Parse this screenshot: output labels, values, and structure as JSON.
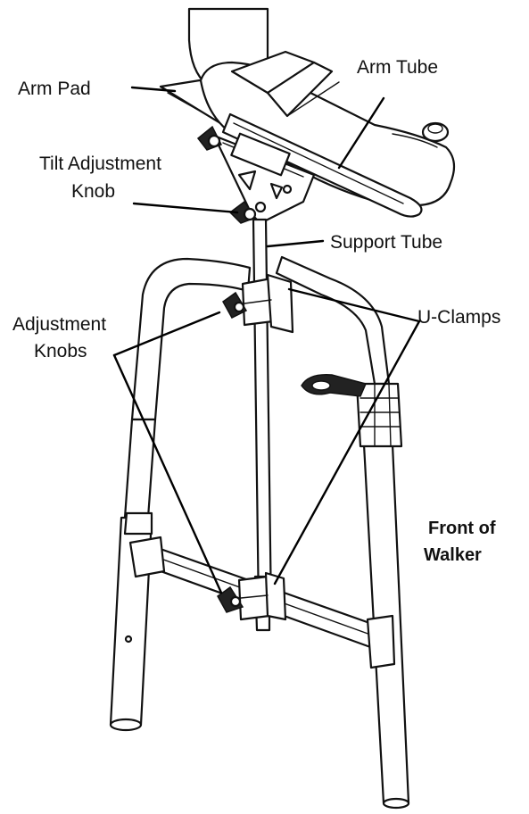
{
  "labels": {
    "arm_pad": "Arm Pad",
    "arm_tube": "Arm Tube",
    "tilt_line1": "Tilt Adjustment",
    "tilt_line2": "Knob",
    "support_tube": "Support Tube",
    "adjust_line1": "Adjustment",
    "adjust_line2": "Knobs",
    "u_clamps": "U-Clamps",
    "front_line1": "Front of",
    "front_line2": "Walker"
  },
  "colors": {
    "ink": "#111111",
    "background": "#ffffff"
  }
}
